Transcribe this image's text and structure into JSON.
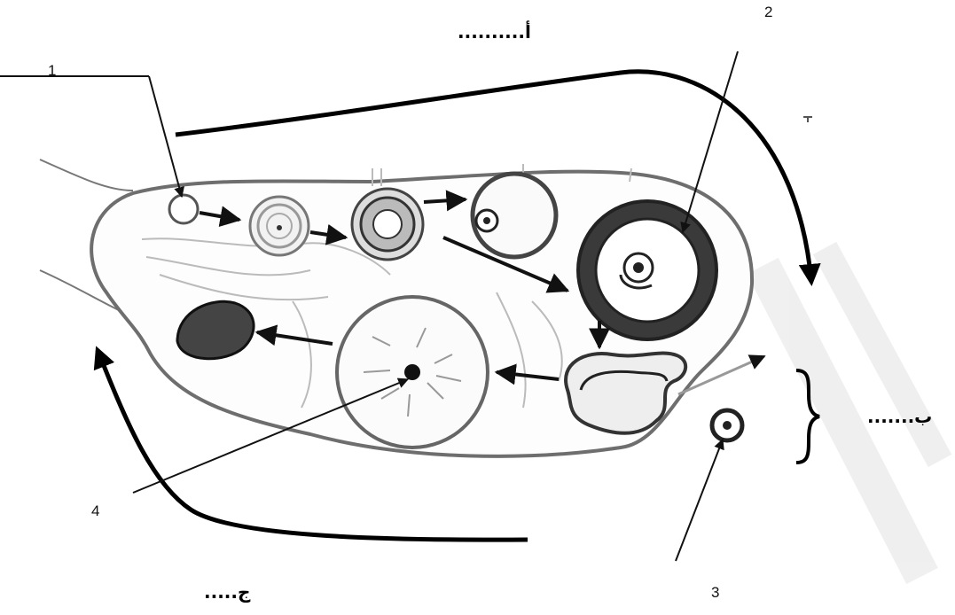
{
  "labels": {
    "num_1": "1",
    "num_2": "2",
    "num_3": "3",
    "num_4": "4",
    "ar_a": "أ..........",
    "ar_b": "ب.......",
    "ar_c": "ج....."
  },
  "colors": {
    "outline": "#6e6e6e",
    "dark": "#1a1a1a",
    "follicle_fill": "#3a3a3a",
    "corpus_fill": "#444444"
  }
}
